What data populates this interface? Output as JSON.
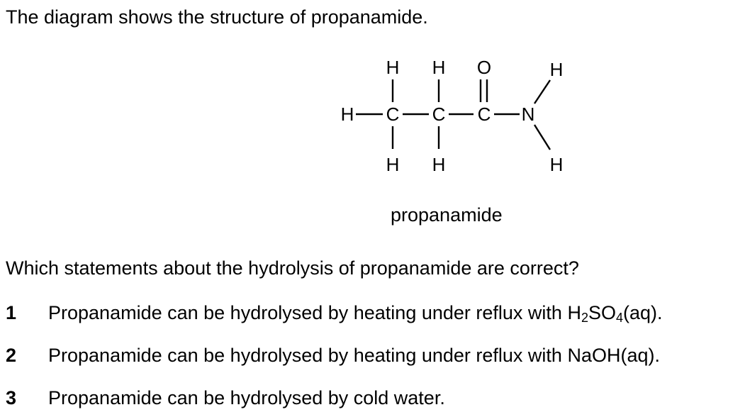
{
  "intro": "The diagram shows the structure of propanamide.",
  "structure": {
    "atoms": {
      "h_left": "H",
      "c1": "C",
      "c2": "C",
      "c3": "C",
      "n": "N",
      "h_c1_top": "H",
      "h_c1_bottom": "H",
      "h_c2_top": "H",
      "h_c2_bottom": "H",
      "o": "O",
      "h_n_top": "H",
      "h_n_bottom": "H"
    },
    "caption": "propanamide"
  },
  "question": "Which statements about the hydrolysis of propanamide are correct?",
  "statements": [
    {
      "number": "1",
      "before": "Propanamide can be hydrolysed by heating under reflux with H",
      "sub1": "2",
      "mid": "SO",
      "sub2": "4",
      "after": "(aq)."
    },
    {
      "number": "2",
      "text": "Propanamide can be hydrolysed by heating under reflux with NaOH(aq)."
    },
    {
      "number": "3",
      "text": "Propanamide can be hydrolysed by cold water."
    }
  ]
}
